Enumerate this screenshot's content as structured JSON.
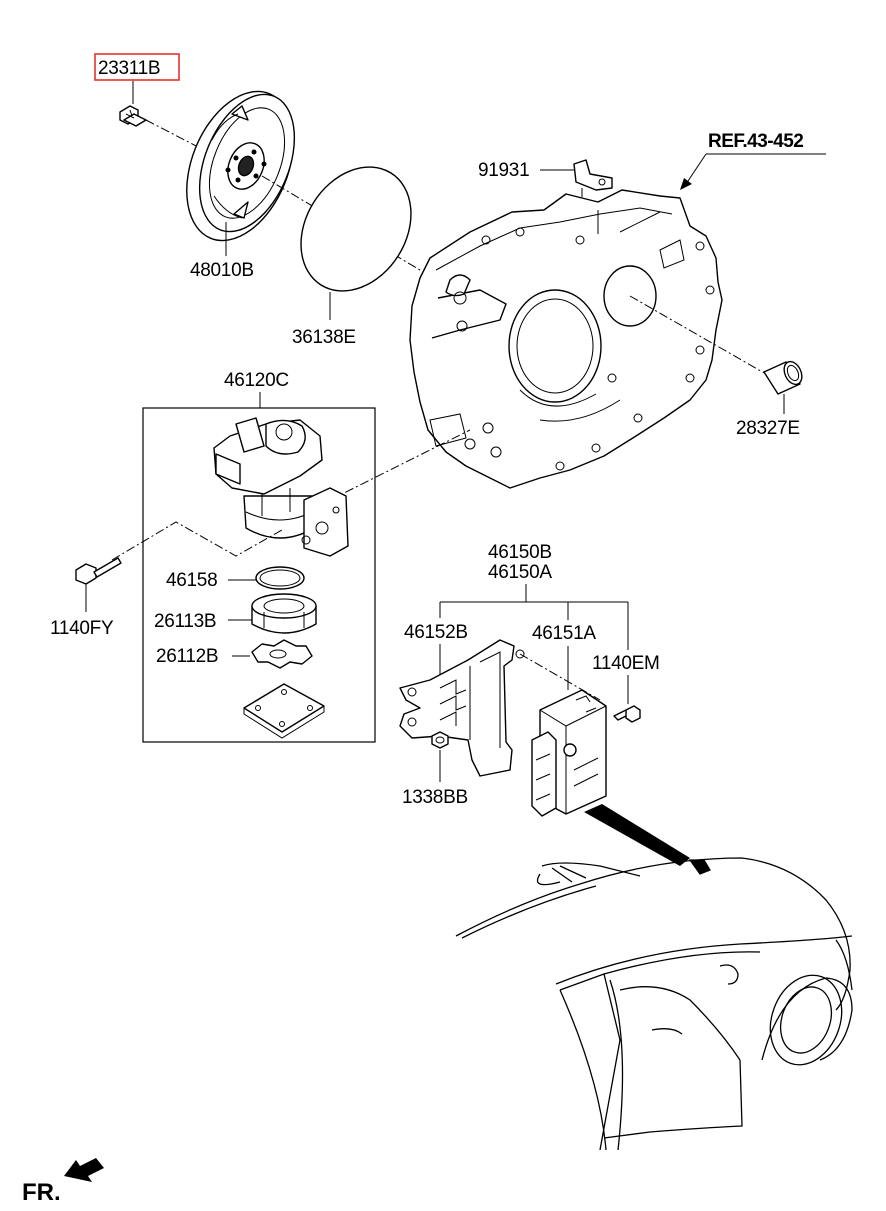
{
  "ref_label": "REF.43-452",
  "direction_label": "FR.",
  "highlight_color": "#e8312f",
  "parts": {
    "bolt_23311B": "23311B",
    "flywheel": "48010B",
    "gasket": "36138E",
    "bracket_91931": "91931",
    "bushing": "28327E",
    "pump_assembly": "46120C",
    "bolt_1140FY": "1140FY",
    "oring": "46158",
    "rotor_outer": "26113B",
    "rotor_inner": "26112B",
    "tcu_b": "46150B",
    "tcu_a": "46150A",
    "bracket_46152B": "46152B",
    "tcu_module": "46151A",
    "bolt_1140EM": "1140EM",
    "nut_1338BB": "1338BB"
  }
}
